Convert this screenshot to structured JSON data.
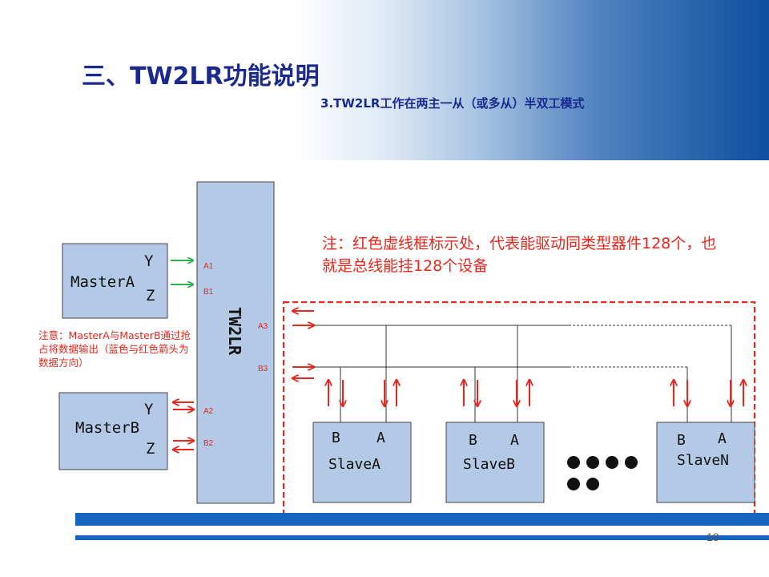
{
  "title": "三、TW2LR功能说明",
  "subtitle": "3.TW2LR工作在两主一从（或多从）半双工模式",
  "note_main": "注：红色虚线框标示处，代表能驱动同类型器件128个，也就是总线能挂128个设备",
  "note_side": "注意：MasterA与MasterB通过抢占将数据输出（蓝色与红色箭头为数据方向）",
  "device": {
    "name": "TW2LR",
    "pins": {
      "a1": "A1",
      "b1": "B1",
      "a2": "A2",
      "b2": "B2",
      "a3": "A3",
      "b3": "B3"
    }
  },
  "masters": [
    {
      "name": "MasterA",
      "y": "Y",
      "z": "Z"
    },
    {
      "name": "MasterB",
      "y": "Y",
      "z": "Z"
    }
  ],
  "slaves": [
    {
      "name": "SlaveA",
      "b": "B",
      "a": "A"
    },
    {
      "name": "SlaveB",
      "b": "B",
      "a": "A"
    },
    {
      "name": "SlaveN",
      "b": "B",
      "a": "A"
    }
  ],
  "page_number": "18",
  "colors": {
    "box_fill": "#b3c9e6",
    "red": "#e8261c",
    "green": "#2db34a",
    "title_blue": "#1a2a8c",
    "bar_blue": "#1565c0"
  }
}
